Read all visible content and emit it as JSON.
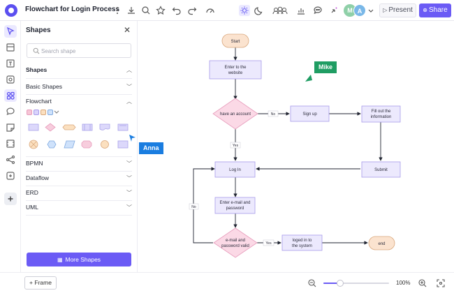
{
  "header": {
    "title": "Flowchart for Login Process",
    "avatars": [
      {
        "letter": "M",
        "color": "#8fd0a8"
      },
      {
        "letter": "A",
        "color": "#7ab8e8"
      }
    ],
    "present_label": "Present",
    "share_label": "Share"
  },
  "panel": {
    "title": "Shapes",
    "search_placeholder": "Search shape",
    "sections": {
      "shapes": "Shapes",
      "basic": "Basic Shapes",
      "flowchart": "Flowchart",
      "bpmn": "BPMN",
      "dataflow": "Dataflow",
      "erd": "ERD",
      "uml": "UML"
    },
    "more_shapes_label": "More Shapes"
  },
  "cursors": {
    "mike": {
      "name": "Mike",
      "color": "#1f9d63"
    },
    "anna": {
      "name": "Anna",
      "color": "#1a7de0"
    }
  },
  "flowchart": {
    "start": "Start",
    "enter_website": [
      "Enter to the",
      "website"
    ],
    "have_account": "have an account",
    "sign_up": "Sign up",
    "fill_info": [
      "Fill out the",
      "information"
    ],
    "submit": "Submit",
    "log_in": "Log In",
    "enter_email": [
      "Enter e-mail and",
      "password"
    ],
    "email_valid": [
      "e-mail and",
      "password valid"
    ],
    "logged_in": [
      "loged in to",
      "the system"
    ],
    "end": "end",
    "label_no_1": "No",
    "label_yes_1": "Yes",
    "label_no_2": "No",
    "label_yes_2": "Yes"
  },
  "footer": {
    "frame_label": "Frame",
    "zoom_value": 100,
    "zoom_label": "100%"
  },
  "colors": {
    "accent": "#6b5bf5",
    "process_fill": "#ece9fd",
    "process_stroke": "#a79bea",
    "decision_fill": "#fbd9e6",
    "decision_stroke": "#e79bbb",
    "terminal_fill": "#fbe3cf",
    "terminal_stroke": "#d9a77c"
  }
}
